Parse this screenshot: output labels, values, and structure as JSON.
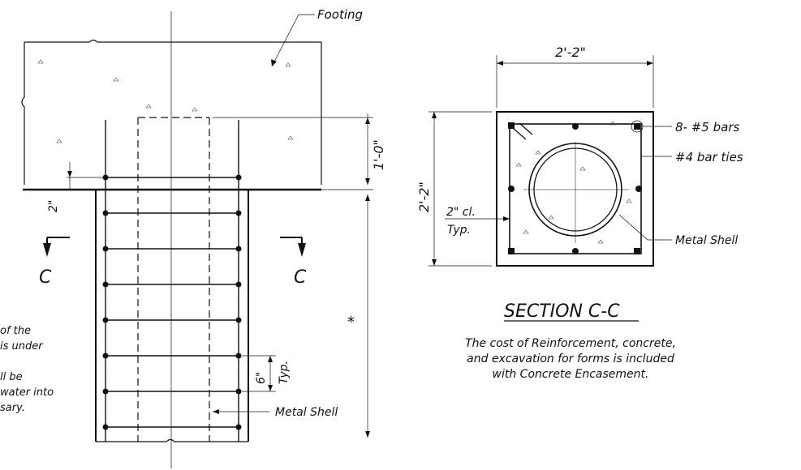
{
  "elevation": {
    "footing_label": "Footing",
    "dim_top": "1'-0\"",
    "dim_cover": "2\"",
    "dim_spacing": "6\"",
    "dim_spacing_typ": "Typ.",
    "star": "*",
    "section_marker_left": "C",
    "section_marker_right": "C",
    "metal_shell_label": "Metal Shell",
    "note_lines": [
      "of the",
      "is under",
      "ll be",
      "water into",
      "sary."
    ]
  },
  "section": {
    "title": "SECTION C-C",
    "dim_width": "2'-2\"",
    "dim_height": "2'-2\"",
    "clear_cover": "2\" cl.",
    "clear_cover_typ": "Typ.",
    "bars_label": "8- #5 bars",
    "ties_label": "#4 bar ties",
    "shell_label": "Metal Shell",
    "note_lines": [
      "The cost of Reinforcement, concrete,",
      "and excavation for forms is included",
      "with Concrete Encasement."
    ]
  }
}
